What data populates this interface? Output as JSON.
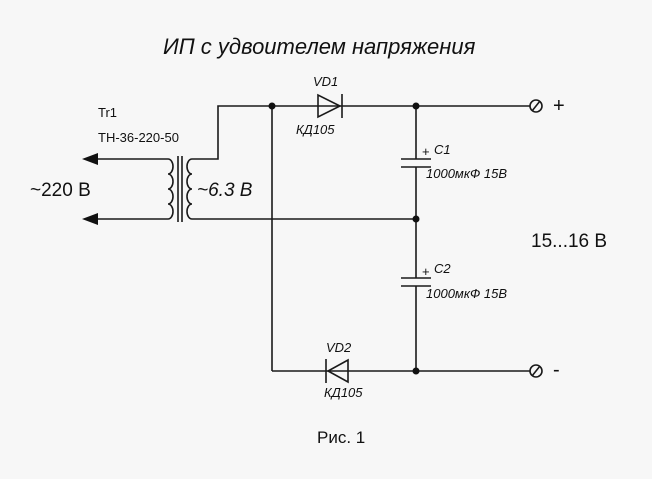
{
  "title": "ИП с удвоителем напряжения",
  "caption": "Рис. 1",
  "transformer": {
    "ref": "Tr1",
    "model": "ТН-36-220-50",
    "primary_voltage": "~220 В",
    "secondary_voltage": "~6.3 В"
  },
  "diodes": [
    {
      "ref": "VD1",
      "part": "КД105"
    },
    {
      "ref": "VD2",
      "part": "КД105"
    }
  ],
  "capacitors": [
    {
      "ref": "C1",
      "polarity": "+",
      "value": "1000мкФ 15В"
    },
    {
      "ref": "C2",
      "polarity": "+",
      "value": "1000мкФ 15В"
    }
  ],
  "output": {
    "voltage": "15...16 В",
    "plus_label": "+",
    "minus_label": "-"
  }
}
